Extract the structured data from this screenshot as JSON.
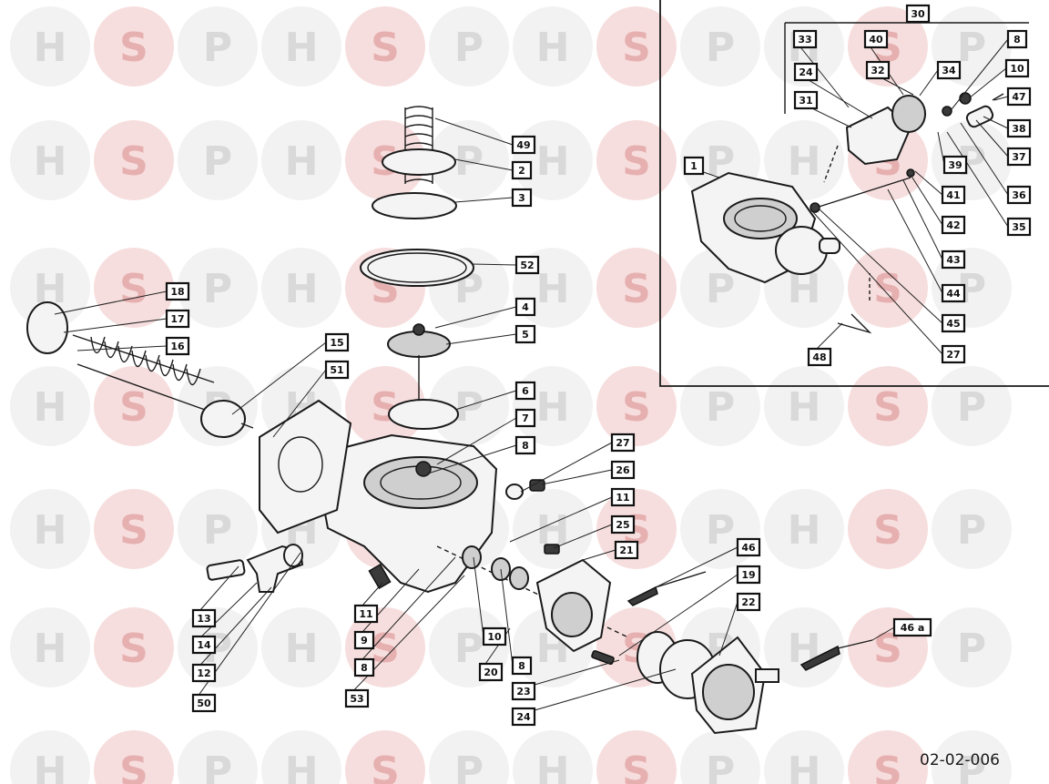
{
  "watermark": {
    "letters": [
      "H",
      "S",
      "P"
    ]
  },
  "diagram_code": "02-02-006",
  "inset_title": "30",
  "labels": [
    "49",
    "2",
    "3",
    "52",
    "4",
    "5",
    "6",
    "7",
    "8",
    "27",
    "26",
    "11",
    "25",
    "21",
    "46",
    "19",
    "22",
    "46 a",
    "18",
    "17",
    "16",
    "15",
    "51",
    "13",
    "14",
    "12",
    "50",
    "11",
    "9",
    "8",
    "10",
    "8",
    "20",
    "23",
    "24",
    "53",
    "33",
    "40",
    "24",
    "32",
    "31",
    "1",
    "34",
    "10",
    "47",
    "38",
    "39",
    "37",
    "41",
    "36",
    "42",
    "35",
    "43",
    "44",
    "45",
    "27",
    "48",
    "8"
  ],
  "colors": {
    "line": "#111111",
    "watermark_gray": "#d9d9d9",
    "watermark_red": "#e6b0b0"
  }
}
